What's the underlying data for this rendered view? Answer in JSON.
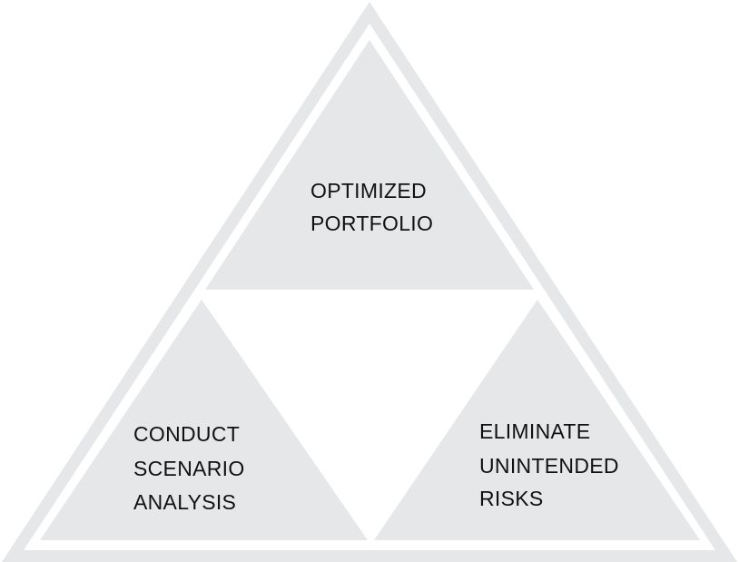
{
  "diagram": {
    "top": {
      "line1": "OPTIMIZED",
      "line2": "PORTFOLIO"
    },
    "bottom_left": {
      "line1": "CONDUCT",
      "line2": "SCENARIO",
      "line3": "ANALYSIS"
    },
    "bottom_right": {
      "line1": "ELIMINATE",
      "line2": "UNINTENDED",
      "line3": "RISKS"
    }
  },
  "colors": {
    "background": "#ffffff",
    "frame": "#e6e7e8",
    "triangle_fill": "#e6e7e8",
    "text": "#111111"
  }
}
